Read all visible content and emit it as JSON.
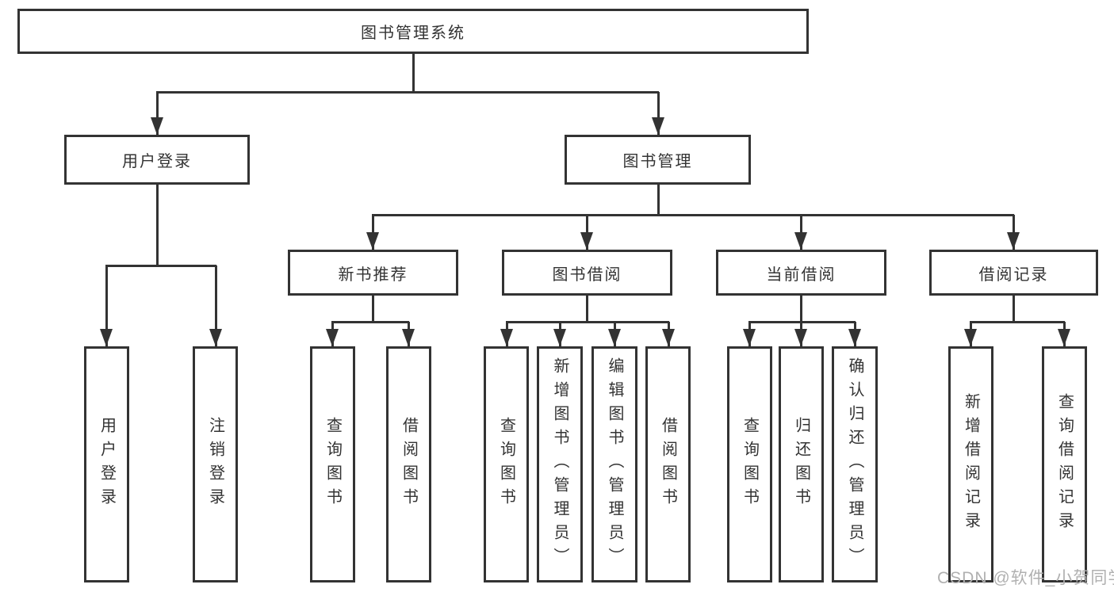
{
  "diagram": {
    "root": {
      "label": "图书管理系统"
    },
    "branches": [
      {
        "label": "用户登录",
        "children": [
          {
            "label": "用户登录"
          },
          {
            "label": "注销登录"
          }
        ]
      },
      {
        "label": "图书管理",
        "children": [
          {
            "label": "新书推荐",
            "children": [
              {
                "label": "查询图书"
              },
              {
                "label": "借阅图书"
              }
            ]
          },
          {
            "label": "图书借阅",
            "children": [
              {
                "label": "查询图书"
              },
              {
                "label": "新增图书（管理员）"
              },
              {
                "label": "编辑图书（管理员）"
              },
              {
                "label": "借阅图书"
              }
            ]
          },
          {
            "label": "当前借阅",
            "children": [
              {
                "label": "查询图书"
              },
              {
                "label": "归还图书"
              },
              {
                "label": "确认归还（管理员）"
              }
            ]
          },
          {
            "label": "借阅记录",
            "children": [
              {
                "label": "新增借阅记录"
              },
              {
                "label": "查询借阅记录"
              }
            ]
          }
        ]
      }
    ]
  },
  "watermark": {
    "text": "CSDN @软件_小贺同学"
  },
  "colors": {
    "line": "#333333",
    "text": "#333333",
    "background": "#ffffff",
    "watermark": "#b0b0b0"
  }
}
